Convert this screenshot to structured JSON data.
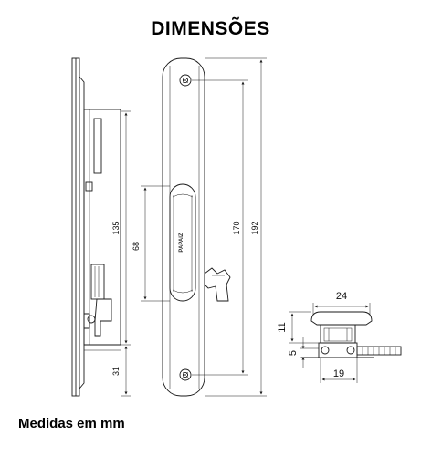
{
  "title": "DIMENSÕES",
  "footer": "Medidas em mm",
  "dimensions": {
    "side_upper": "135",
    "side_lower": "31",
    "handle_height": "68",
    "hole_spacing": "170",
    "overall_length": "192",
    "section_width": "24",
    "section_height": "11",
    "section_offset": "5",
    "section_depth": "19"
  },
  "brand_mark": "PAPAIZ"
}
